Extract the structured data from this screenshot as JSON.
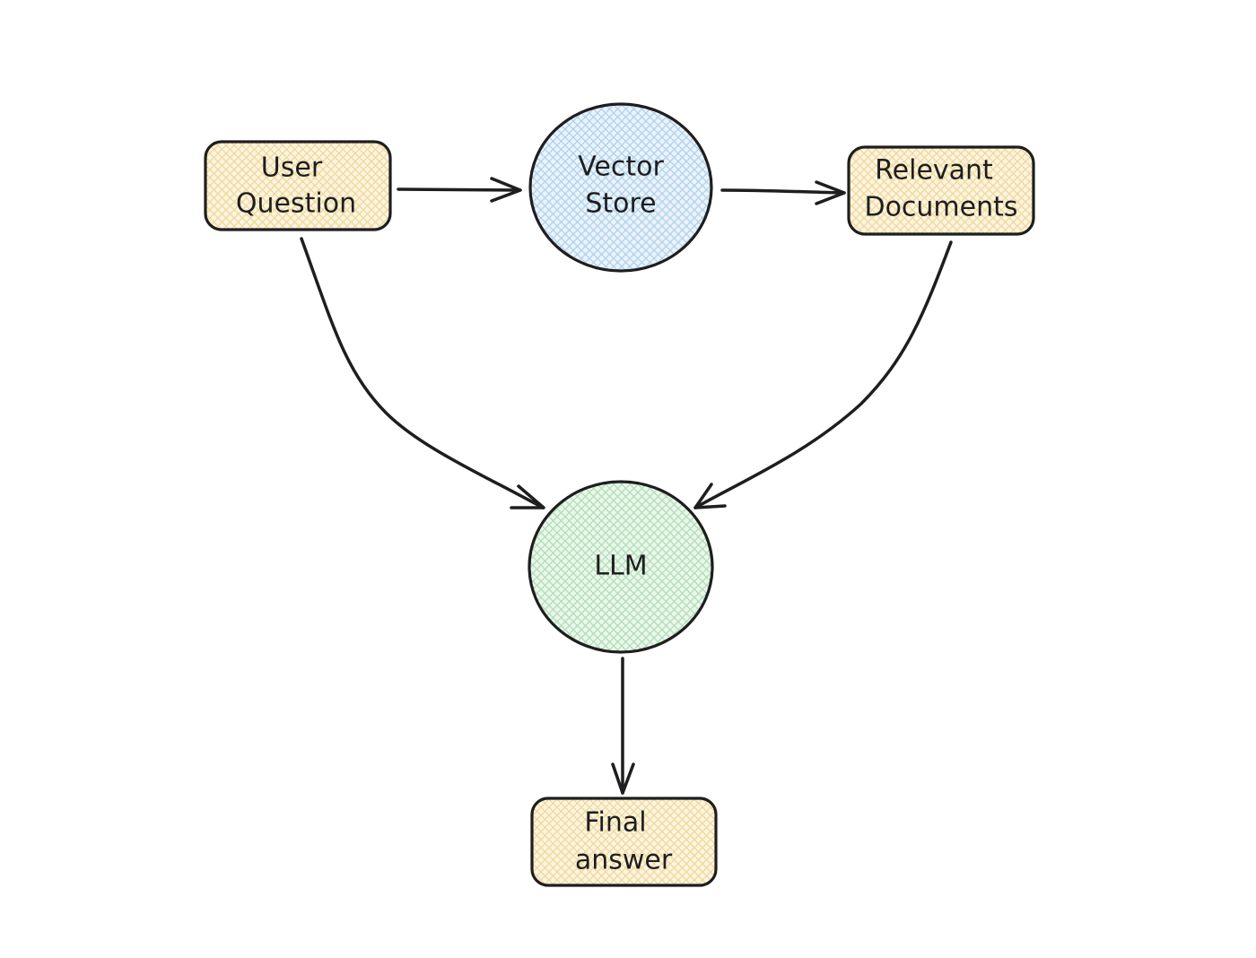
{
  "colors": {
    "stroke": "#1e1e1e",
    "rect_fill": "#ffec99",
    "vector_fill": "#a5d8ff",
    "llm_fill": "#b2f2bb",
    "background": "#ffffff"
  },
  "nodes": {
    "user_question": {
      "shape": "rounded-rectangle",
      "line1": "User",
      "line2": "Question"
    },
    "vector_store": {
      "shape": "circle",
      "line1": "Vector",
      "line2": "Store"
    },
    "relevant_documents": {
      "shape": "rounded-rectangle",
      "line1": "Relevant",
      "line2": "Documents"
    },
    "llm": {
      "shape": "circle",
      "label": "LLM"
    },
    "final_answer": {
      "shape": "rounded-rectangle",
      "line1": "Final",
      "line2": "answer"
    }
  },
  "edges": [
    {
      "from": "User Question",
      "to": "Vector Store"
    },
    {
      "from": "Vector Store",
      "to": "Relevant Documents"
    },
    {
      "from": "User Question",
      "to": "LLM"
    },
    {
      "from": "Relevant Documents",
      "to": "LLM"
    },
    {
      "from": "LLM",
      "to": "Final answer"
    }
  ]
}
